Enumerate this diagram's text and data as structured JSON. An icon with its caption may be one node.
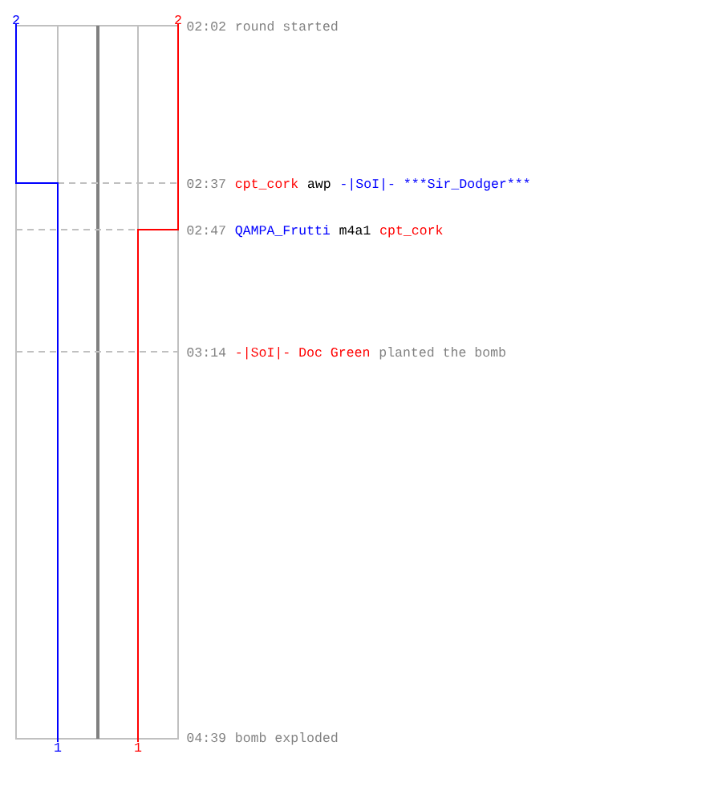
{
  "diagram": {
    "labels": [
      "2",
      "2",
      "02:02",
      "round started",
      "02:37",
      "cpt_cork",
      "awp",
      "-|SoI|- ***Sir_Dodger***",
      "02:47",
      "QAMPA_Frutti",
      "m4a1",
      "cpt_cork",
      "03:14",
      "-|SoI|- Doc Green",
      "planted the bomb",
      "04:39",
      "bomb exploded",
      "1",
      "1"
    ]
  }
}
